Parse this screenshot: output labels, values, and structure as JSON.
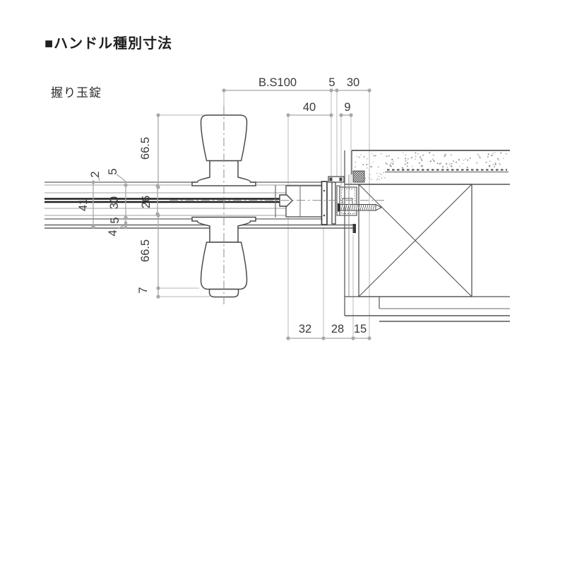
{
  "header": {
    "title": "■ハンドル種別寸法"
  },
  "drawing": {
    "type_label": "握り玉錠",
    "dimensions": {
      "backset": "B.S100",
      "top_5": "5",
      "top_30": "30",
      "top_40": "40",
      "top_9": "9",
      "left_66_5_top": "66.5",
      "left_2": "2",
      "left_5_top": "5",
      "left_41": "41",
      "left_30": "30",
      "left_26": "26",
      "left_5_bottom": "5",
      "left_4": "4",
      "left_66_5_bottom": "66.5",
      "left_7": "7",
      "bottom_32": "32",
      "bottom_28": "28",
      "bottom_15": "15"
    },
    "colors": {
      "outline": "#4a4a4a",
      "door_line": "#8f8f8f",
      "spindle": "#1f1f1f",
      "dim_line": "#a8a8a8",
      "extension_line": "#c4c4c4",
      "text": "#3a3a3a"
    }
  }
}
